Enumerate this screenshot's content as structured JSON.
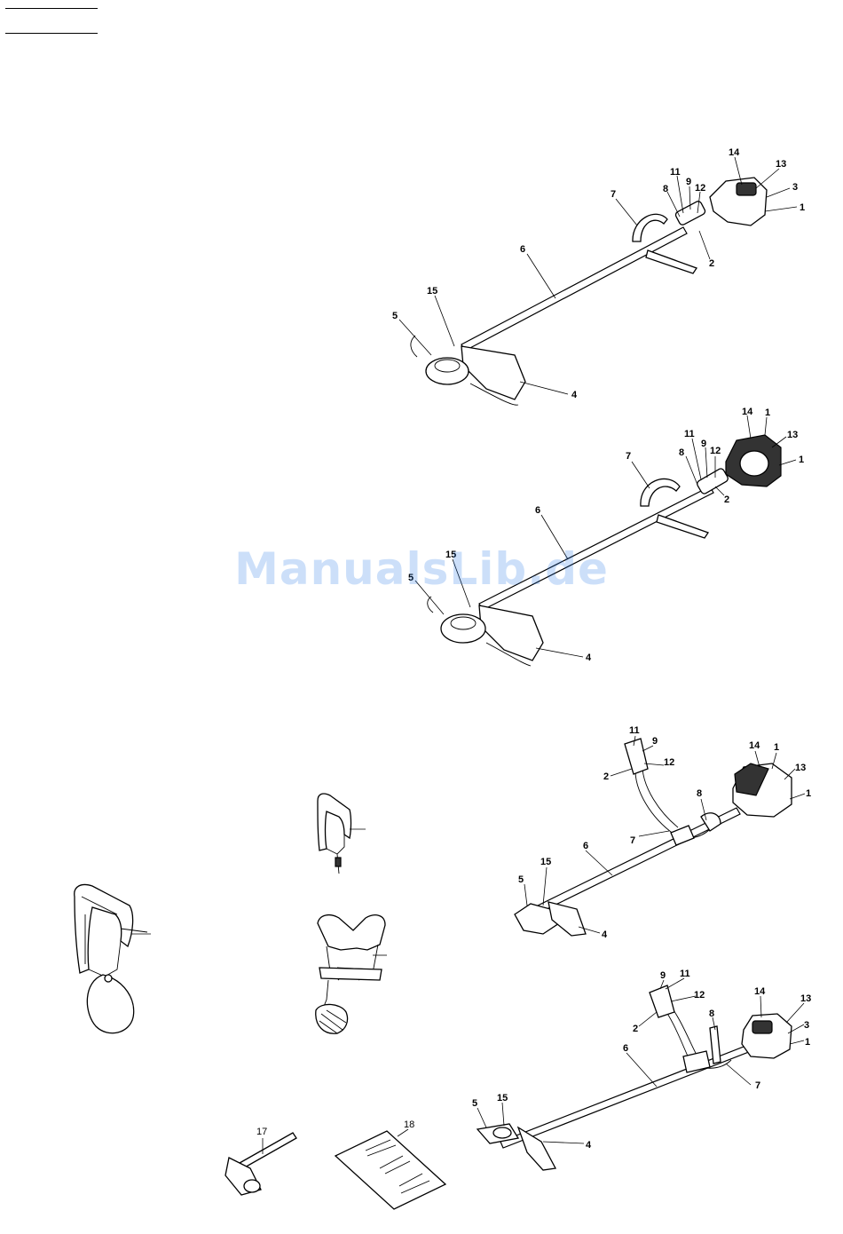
{
  "watermark": "ManualsLib.de",
  "figures": [
    {
      "name": "trimmer-a",
      "callouts": [
        "14",
        "13",
        "3",
        "1",
        "11",
        "9",
        "12",
        "8",
        "2",
        "7",
        "6",
        "15",
        "5",
        "4"
      ]
    },
    {
      "name": "trimmer-b",
      "callouts": [
        "14",
        "1",
        "13",
        "1",
        "11",
        "9",
        "12",
        "8",
        "7",
        "2",
        "6",
        "15",
        "5",
        "4"
      ]
    },
    {
      "name": "brushcutter-loop-handle",
      "callouts": [
        "11",
        "9",
        "12",
        "2",
        "14",
        "1",
        "13",
        "1",
        "8",
        "7",
        "6",
        "15",
        "5",
        "4"
      ]
    },
    {
      "name": "brushcutter-bike-handle",
      "callouts": [
        "9",
        "11",
        "12",
        "2",
        "8",
        "14",
        "13",
        "3",
        "1",
        "6",
        "7",
        "5",
        "15",
        "4"
      ]
    }
  ],
  "accessories": {
    "wrench_label": "17",
    "manual_label": "18"
  }
}
